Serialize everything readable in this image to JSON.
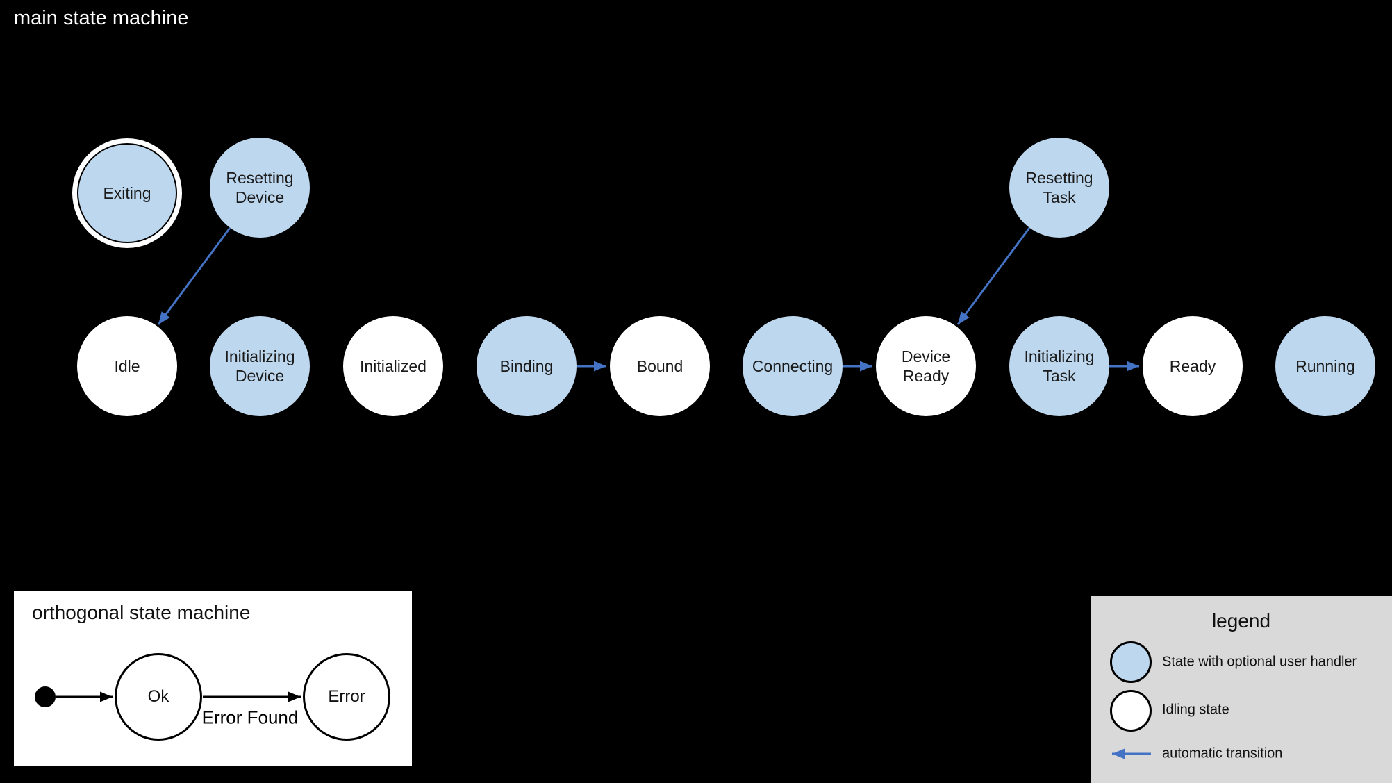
{
  "main_machine": {
    "title": "main state machine",
    "states": [
      {
        "label": "Exiting",
        "kind": "user-handler final"
      },
      {
        "label": "Resetting Device",
        "kind": "user-handler"
      },
      {
        "label": "Resetting Task",
        "kind": "user-handler"
      },
      {
        "label": "Idle",
        "kind": "idling"
      },
      {
        "label": "Initializing Device",
        "kind": "user-handler"
      },
      {
        "label": "Initialized",
        "kind": "idling"
      },
      {
        "label": "Binding",
        "kind": "user-handler"
      },
      {
        "label": "Bound",
        "kind": "idling"
      },
      {
        "label": "Connecting",
        "kind": "user-handler"
      },
      {
        "label": "Device Ready",
        "kind": "idling"
      },
      {
        "label": "Initializing Task",
        "kind": "user-handler"
      },
      {
        "label": "Ready",
        "kind": "idling"
      },
      {
        "label": "Running",
        "kind": "user-handler"
      }
    ],
    "transitions": [
      {
        "from": "Resetting Device",
        "to": "Idle",
        "type": "automatic"
      },
      {
        "from": "Binding",
        "to": "Bound",
        "type": "automatic"
      },
      {
        "from": "Connecting",
        "to": "Device Ready",
        "type": "automatic"
      },
      {
        "from": "Resetting Task",
        "to": "Device Ready",
        "type": "automatic"
      },
      {
        "from": "Initializing Task",
        "to": "Ready",
        "type": "automatic"
      }
    ]
  },
  "orthogonal_machine": {
    "title": "orthogonal state machine",
    "states": [
      {
        "label": "Ok"
      },
      {
        "label": "Error"
      }
    ],
    "transitions": [
      {
        "from": "Ok",
        "to": "Error",
        "label": "Error Found"
      }
    ]
  },
  "legend": {
    "title": "legend",
    "items": [
      {
        "label": "State with optional user handler",
        "swatch": "user-handler-state"
      },
      {
        "label": "Idling state",
        "swatch": "idling-state"
      },
      {
        "label": "automatic transition",
        "swatch": "blue-arrow"
      }
    ]
  },
  "colors": {
    "user_handler_state_fill": "#BDD7EE",
    "idling_state_fill": "#FFFFFF",
    "automatic_transition_arrow": "#4472C4",
    "legend_background": "#D9D9D9",
    "background": "#000000"
  }
}
